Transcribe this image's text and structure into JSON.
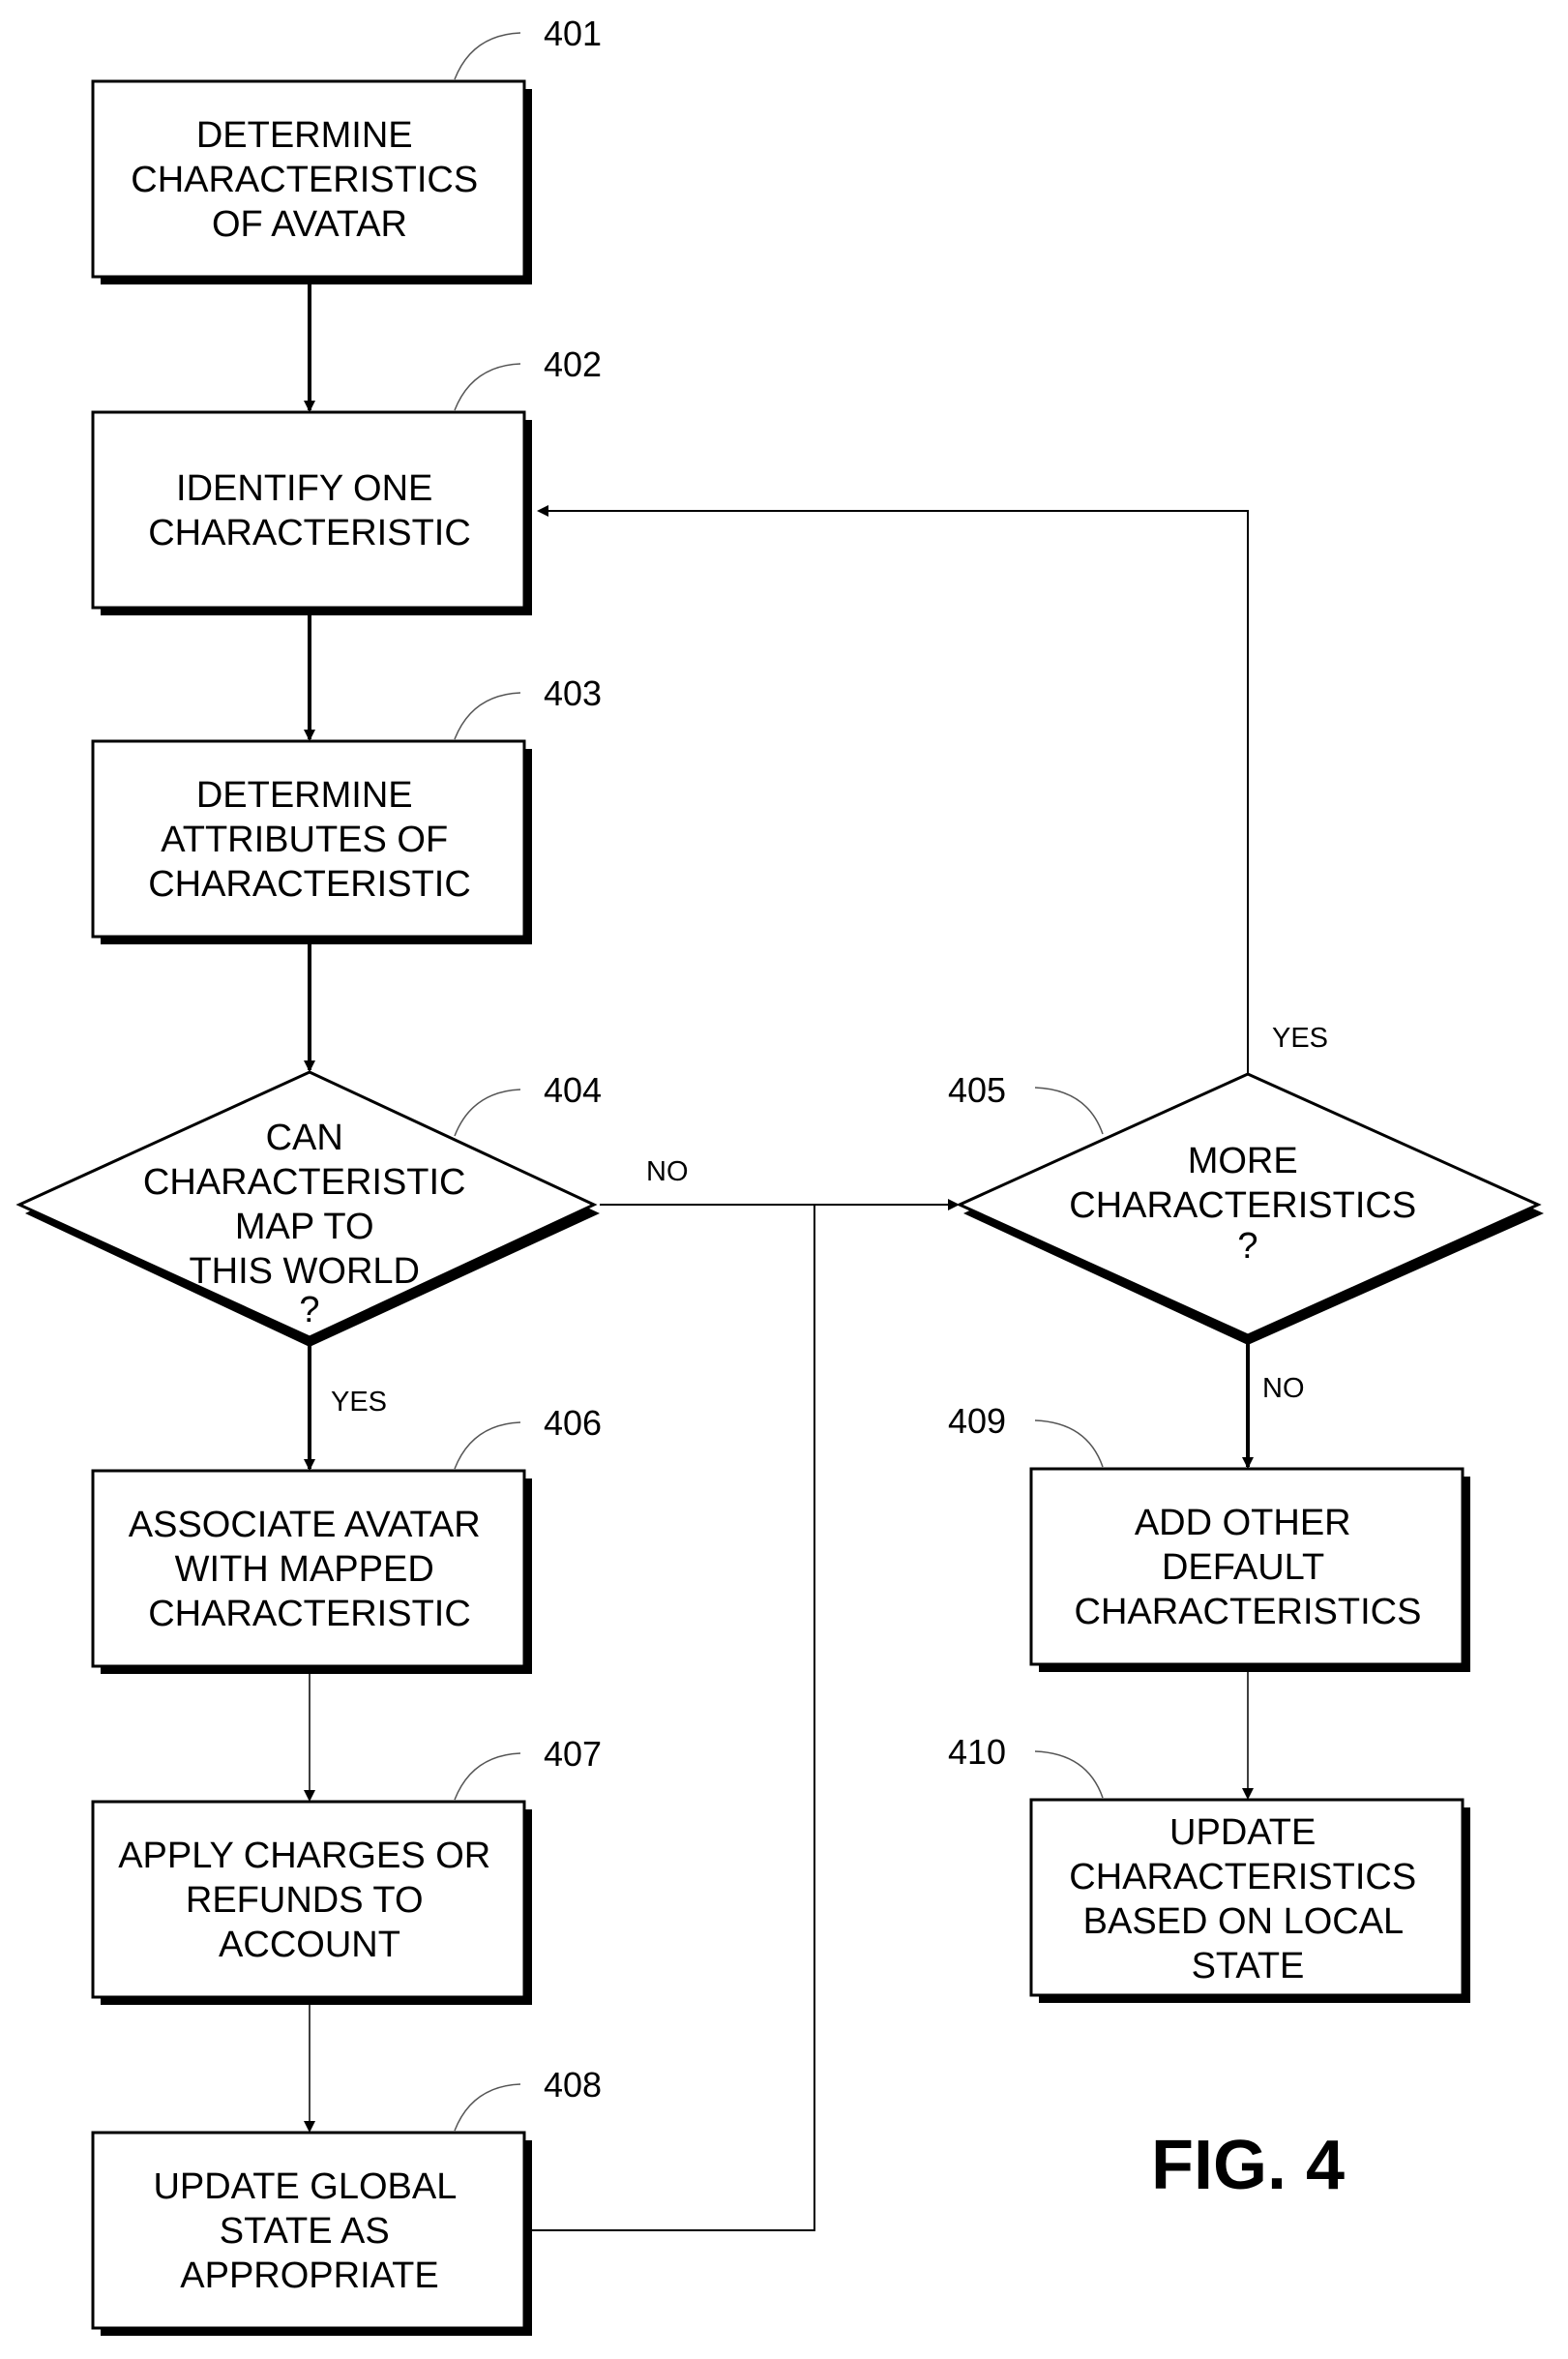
{
  "figure": {
    "label": "FIG. 4"
  },
  "nodes": {
    "n401": {
      "ref": "401",
      "lines": [
        "DETERMINE",
        "CHARACTERISTICS",
        "OF AVATAR"
      ]
    },
    "n402": {
      "ref": "402",
      "lines": [
        "IDENTIFY ONE",
        "CHARACTERISTIC"
      ]
    },
    "n403": {
      "ref": "403",
      "lines": [
        "DETERMINE",
        "ATTRIBUTES OF",
        "CHARACTERISTIC"
      ]
    },
    "n404": {
      "ref": "404",
      "lines": [
        "CAN",
        "CHARACTERISTIC",
        "MAP TO",
        "THIS WORLD",
        "?"
      ]
    },
    "n405": {
      "ref": "405",
      "lines": [
        "MORE",
        "CHARACTERISTICS",
        "?"
      ]
    },
    "n406": {
      "ref": "406",
      "lines": [
        "ASSOCIATE AVATAR",
        "WITH MAPPED",
        "CHARACTERISTIC"
      ]
    },
    "n407": {
      "ref": "407",
      "lines": [
        "APPLY CHARGES OR",
        "REFUNDS TO",
        "ACCOUNT"
      ]
    },
    "n408": {
      "ref": "408",
      "lines": [
        "UPDATE GLOBAL",
        "STATE AS",
        "APPROPRIATE"
      ]
    },
    "n409": {
      "ref": "409",
      "lines": [
        "ADD OTHER",
        "DEFAULT",
        "CHARACTERISTICS"
      ]
    },
    "n410": {
      "ref": "410",
      "lines": [
        "UPDATE",
        "CHARACTERISTICS",
        "BASED ON LOCAL",
        "STATE"
      ]
    }
  },
  "edges": {
    "no_404": "NO",
    "yes_404": "YES",
    "yes_405": "YES",
    "no_405": "NO"
  }
}
